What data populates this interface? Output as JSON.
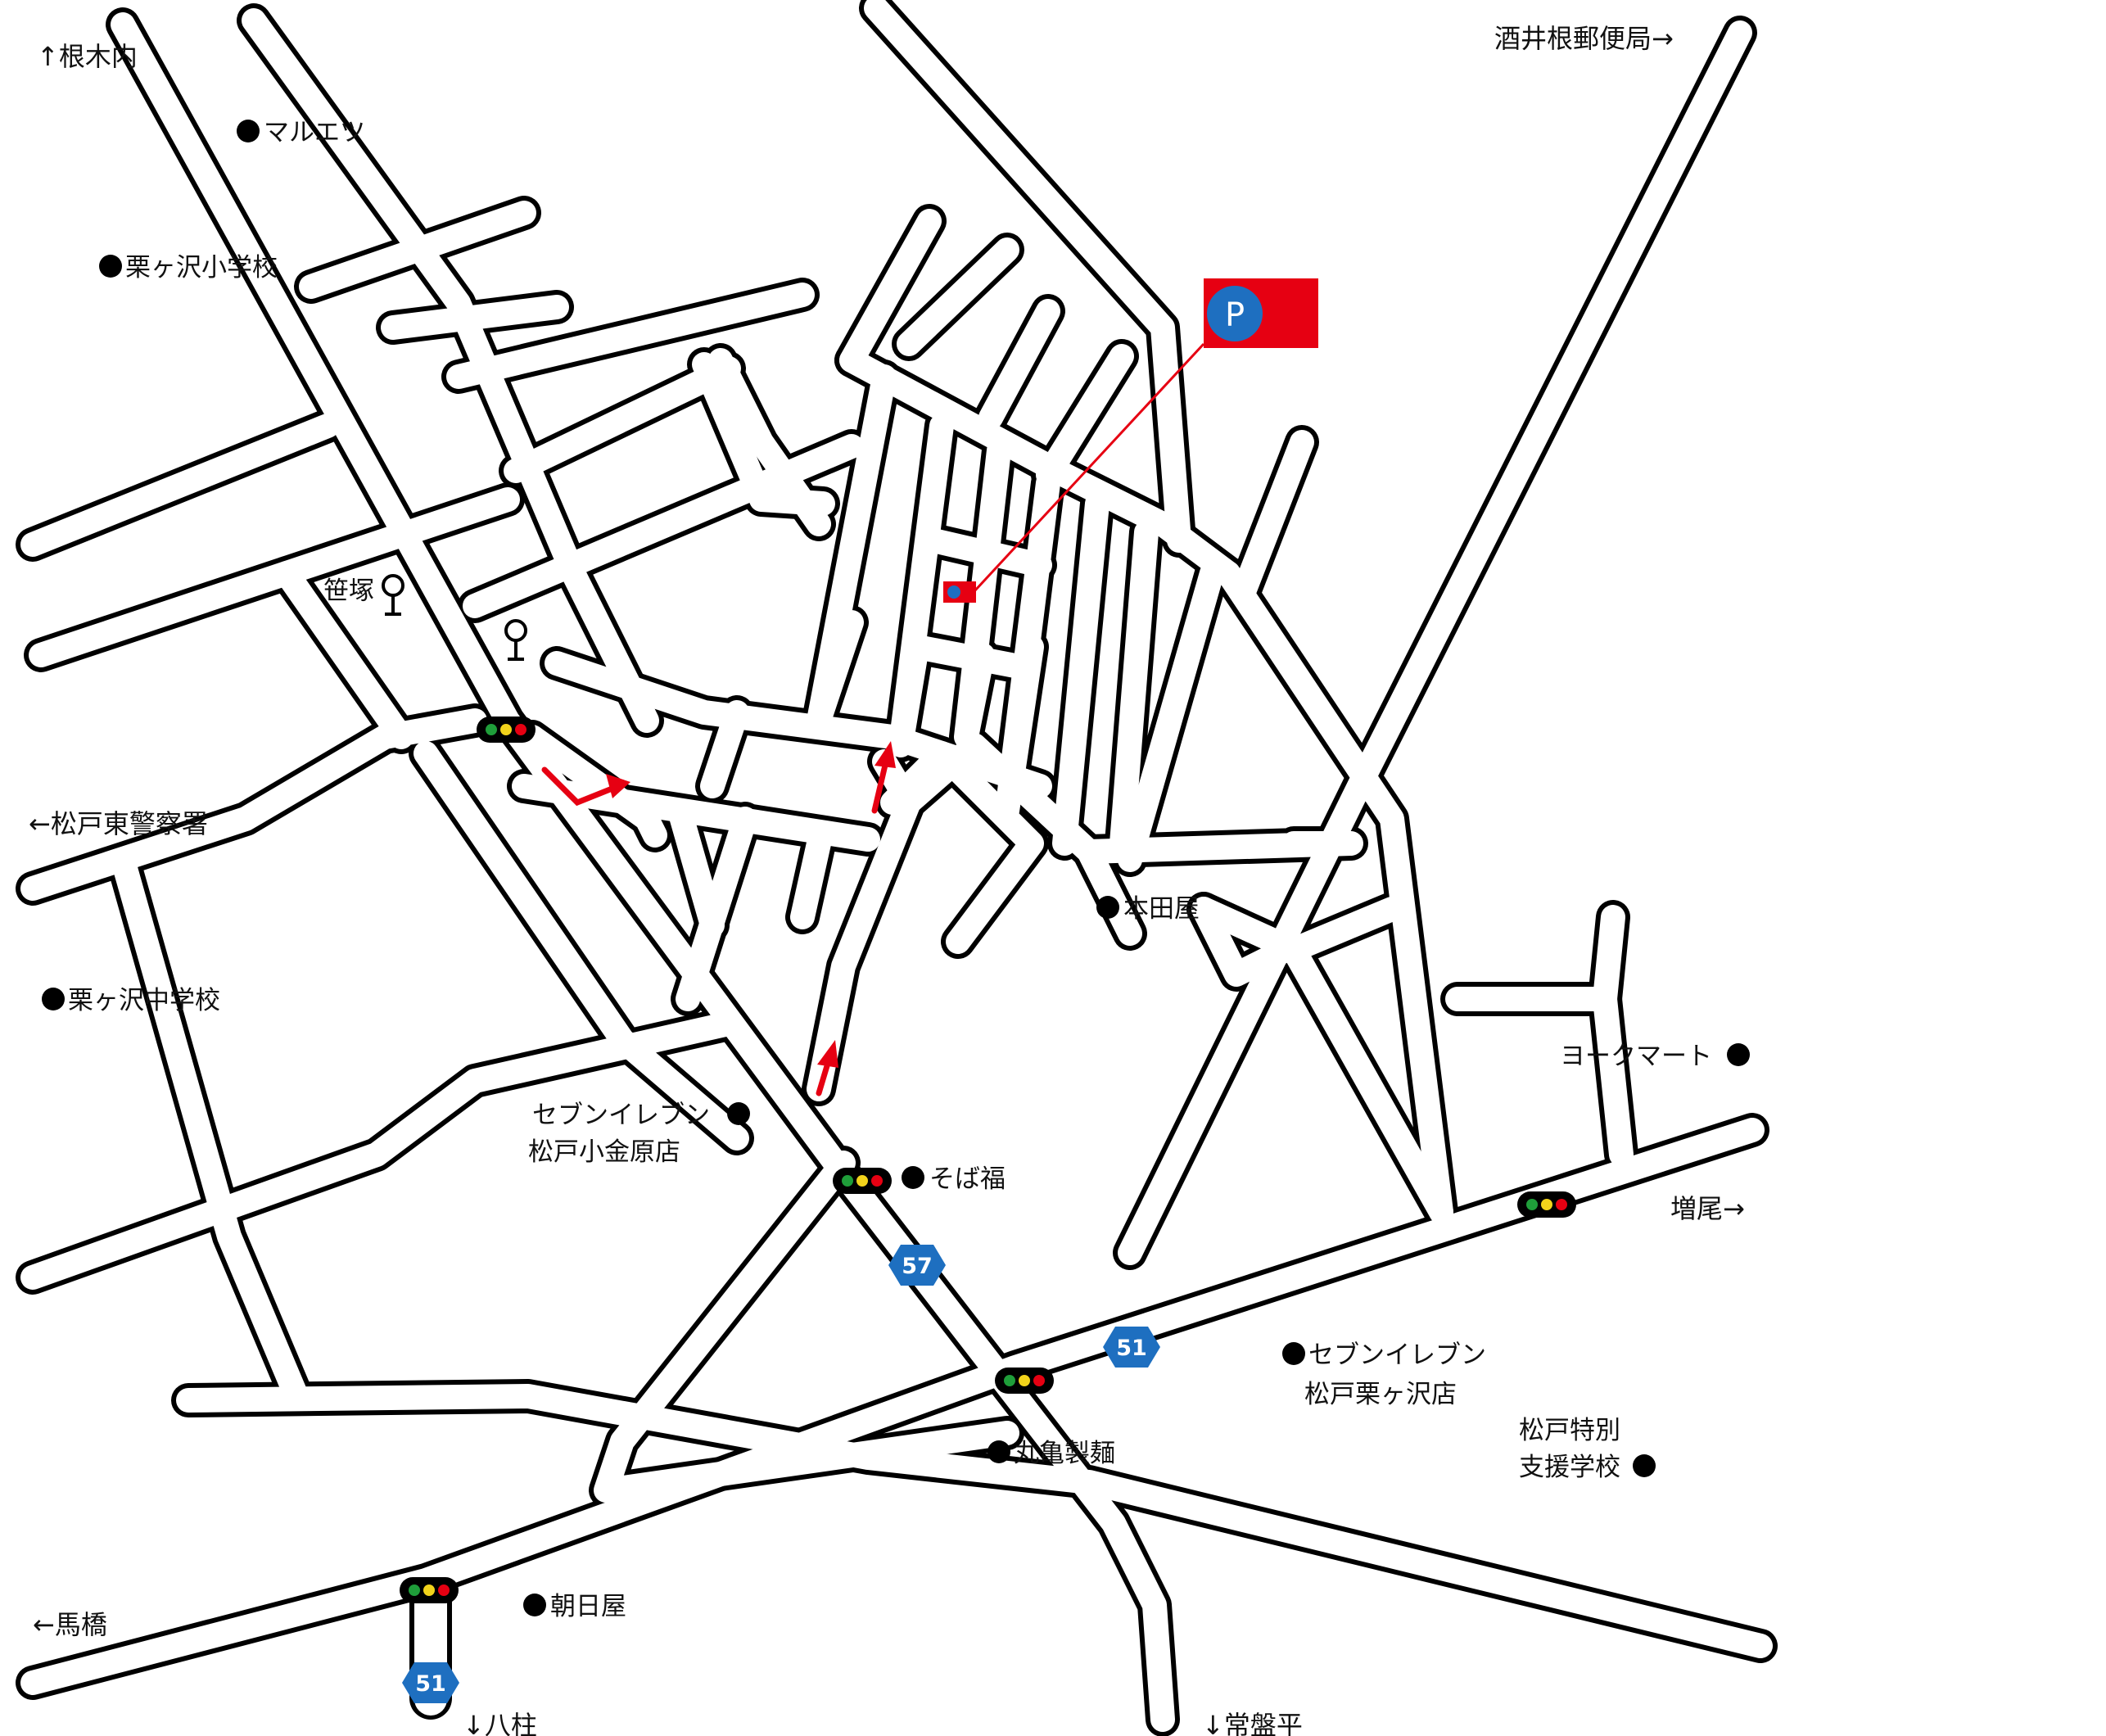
{
  "directions": {
    "nekiuchi": "↑根木内",
    "sakaine_post": "酒井根郵便局→",
    "matsudo_higashi_police": "←松戸東警察署",
    "masuo": "増尾→",
    "mabashi": "←馬橋",
    "yabashira": "↓八柱",
    "tokiwadaira": "↓常盤平"
  },
  "landmarks": {
    "maruetsu": "マルエツ",
    "kurigasawa_elementary": "栗ヶ沢小学校",
    "sasazuka": "笹塚",
    "kurigasawa_junior_high": "栗ヶ沢中学校",
    "honda_ya": "本田屋",
    "york_mart": "ヨークマート",
    "seven_koganehara_1": "セブンイレブン",
    "seven_koganehara_2": "松戸小金原店",
    "sobafuku": "そば福",
    "seven_kurigasawa_1": "セブンイレブン",
    "seven_kurigasawa_2": "松戸栗ヶ沢店",
    "marukame": "丸亀製麺",
    "special_school_1": "松戸特別",
    "special_school_2": "支援学校",
    "asahiya": "朝日屋"
  },
  "routes": {
    "r57": "57",
    "r51_center": "51",
    "r51_south": "51"
  },
  "parking": {
    "symbol": "P"
  },
  "colors": {
    "road_casing": "#000000",
    "road_fill": "#ffffff",
    "route_arrow": "#e60012",
    "parking_red": "#e60012",
    "parking_blue": "#1e6fc0",
    "route_shield": "#1e6fc0",
    "signal_green": "#1f9e3a",
    "signal_yellow": "#f2d31b",
    "signal_red": "#e60012"
  }
}
